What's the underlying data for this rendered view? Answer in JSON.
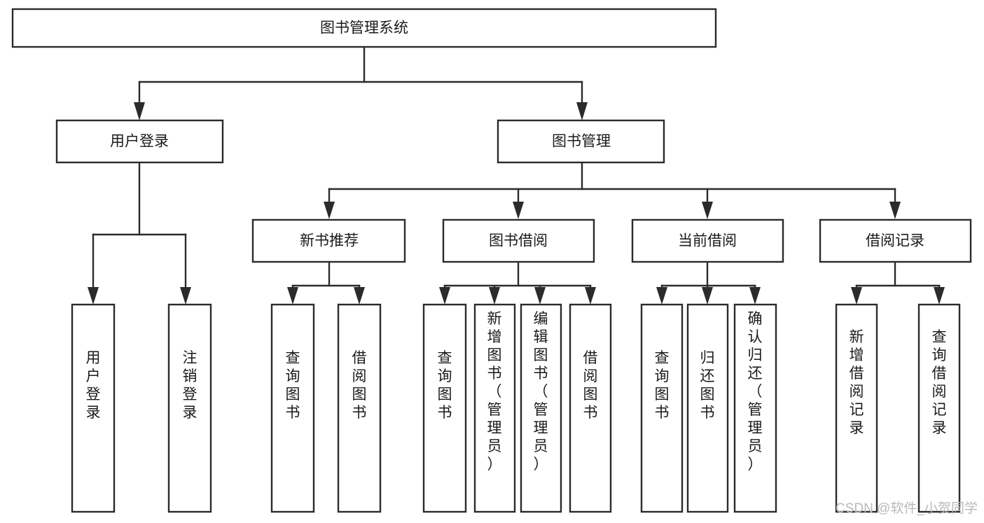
{
  "diagram": {
    "title": "图书管理系统",
    "type": "tree",
    "orientation": "top-down",
    "root": {
      "id": "root",
      "label": "图书管理系统",
      "text_orientation": "horizontal"
    },
    "level2": [
      {
        "id": "user-login",
        "label": "用户登录",
        "text_orientation": "horizontal"
      },
      {
        "id": "book-manage",
        "label": "图书管理",
        "text_orientation": "horizontal"
      }
    ],
    "level3": [
      {
        "id": "new-book-recommend",
        "label": "新书推荐",
        "parent": "book-manage",
        "text_orientation": "horizontal"
      },
      {
        "id": "book-borrow",
        "label": "图书借阅",
        "parent": "book-manage",
        "text_orientation": "horizontal"
      },
      {
        "id": "current-borrow",
        "label": "当前借阅",
        "parent": "book-manage",
        "text_orientation": "horizontal"
      },
      {
        "id": "borrow-record",
        "label": "借阅记录",
        "parent": "book-manage",
        "text_orientation": "horizontal"
      }
    ],
    "leaves": [
      {
        "id": "leaf-user-login",
        "label": "用户登录",
        "parent": "user-login",
        "text_orientation": "vertical"
      },
      {
        "id": "leaf-logout-login",
        "label": "注销登录",
        "parent": "user-login",
        "text_orientation": "vertical"
      },
      {
        "id": "leaf-query-book-1",
        "label": "查询图书",
        "parent": "new-book-recommend",
        "text_orientation": "vertical"
      },
      {
        "id": "leaf-borrow-book-1",
        "label": "借阅图书",
        "parent": "new-book-recommend",
        "text_orientation": "vertical"
      },
      {
        "id": "leaf-query-book-2",
        "label": "查询图书",
        "parent": "book-borrow",
        "text_orientation": "vertical"
      },
      {
        "id": "leaf-add-book-admin",
        "label": "新增图书（管理员）",
        "parent": "book-borrow",
        "text_orientation": "vertical"
      },
      {
        "id": "leaf-edit-book-admin",
        "label": "编辑图书（管理员）",
        "parent": "book-borrow",
        "text_orientation": "vertical"
      },
      {
        "id": "leaf-borrow-book-2",
        "label": "借阅图书",
        "parent": "book-borrow",
        "text_orientation": "vertical"
      },
      {
        "id": "leaf-query-book-3",
        "label": "查询图书",
        "parent": "current-borrow",
        "text_orientation": "vertical"
      },
      {
        "id": "leaf-return-book",
        "label": "归还图书",
        "parent": "current-borrow",
        "text_orientation": "vertical"
      },
      {
        "id": "leaf-confirm-return-admin",
        "label": "确认归还（管理员）",
        "parent": "current-borrow",
        "text_orientation": "vertical"
      },
      {
        "id": "leaf-add-borrow-record",
        "label": "新增借阅记录",
        "parent": "borrow-record",
        "text_orientation": "vertical"
      },
      {
        "id": "leaf-query-borrow-record",
        "label": "查询借阅记录",
        "parent": "borrow-record",
        "text_orientation": "vertical"
      }
    ]
  },
  "watermark": {
    "text": "CSDN @软件_小贺同学"
  },
  "colors": {
    "background": "#ffffff",
    "box_fill": "#ffffff",
    "box_stroke": "#2b2b2b",
    "text": "#1a1a1a",
    "watermark": "#b9b9b9"
  }
}
